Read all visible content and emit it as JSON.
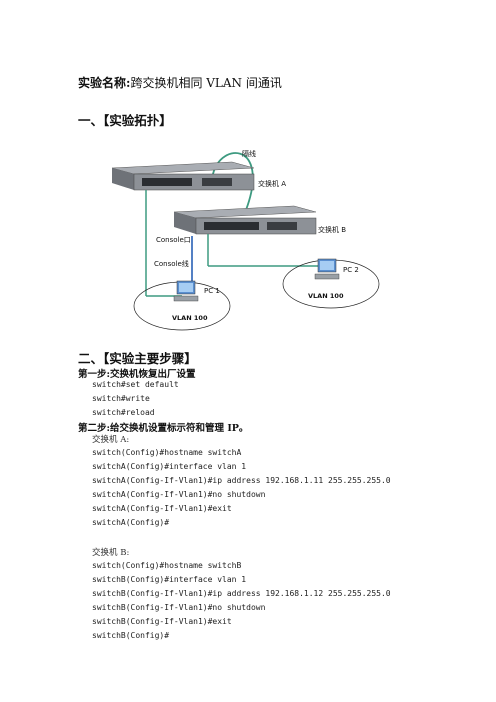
{
  "title": {
    "label": "实验名称:",
    "text": "跨交换机相同 VLAN 间通讯"
  },
  "section1": "一、【实验拓扑】",
  "section2": "二、【实验主要步骤】",
  "diagram": {
    "crossover": "隔线",
    "switchA": "交换机 A",
    "switchB": "交换机 B",
    "console_port": "Console口",
    "console_cable": "Console线",
    "pc1": "PC 1",
    "pc2": "PC 2",
    "vlan1": "VLAN 100",
    "vlan2": "VLAN 100"
  },
  "step1": {
    "title": "第一步:交换机恢复出厂设置",
    "lines": [
      "switch#set default",
      "switch#write",
      "switch#reload"
    ]
  },
  "step2": {
    "title": "第二步:给交换机设置标示符和管理 IP。",
    "groupA": {
      "label": "交换机 A:",
      "lines": [
        "switch(Config)#hostname switchA",
        "switchA(Config)#interface vlan 1",
        "switchA(Config-If-Vlan1)#ip address 192.168.1.11 255.255.255.0",
        "switchA(Config-If-Vlan1)#no shutdown",
        "switchA(Config-If-Vlan1)#exit",
        "switchA(Config)#"
      ]
    },
    "groupB": {
      "label": "交换机 B:",
      "lines": [
        "switch(Config)#hostname switchB",
        "switchB(Config)#interface vlan 1",
        "switchB(Config-If-Vlan1)#ip address 192.168.1.12 255.255.255.0",
        "switchB(Config-If-Vlan1)#no shutdown",
        "switchB(Config-If-Vlan1)#exit",
        "switchB(Config)#"
      ]
    }
  }
}
